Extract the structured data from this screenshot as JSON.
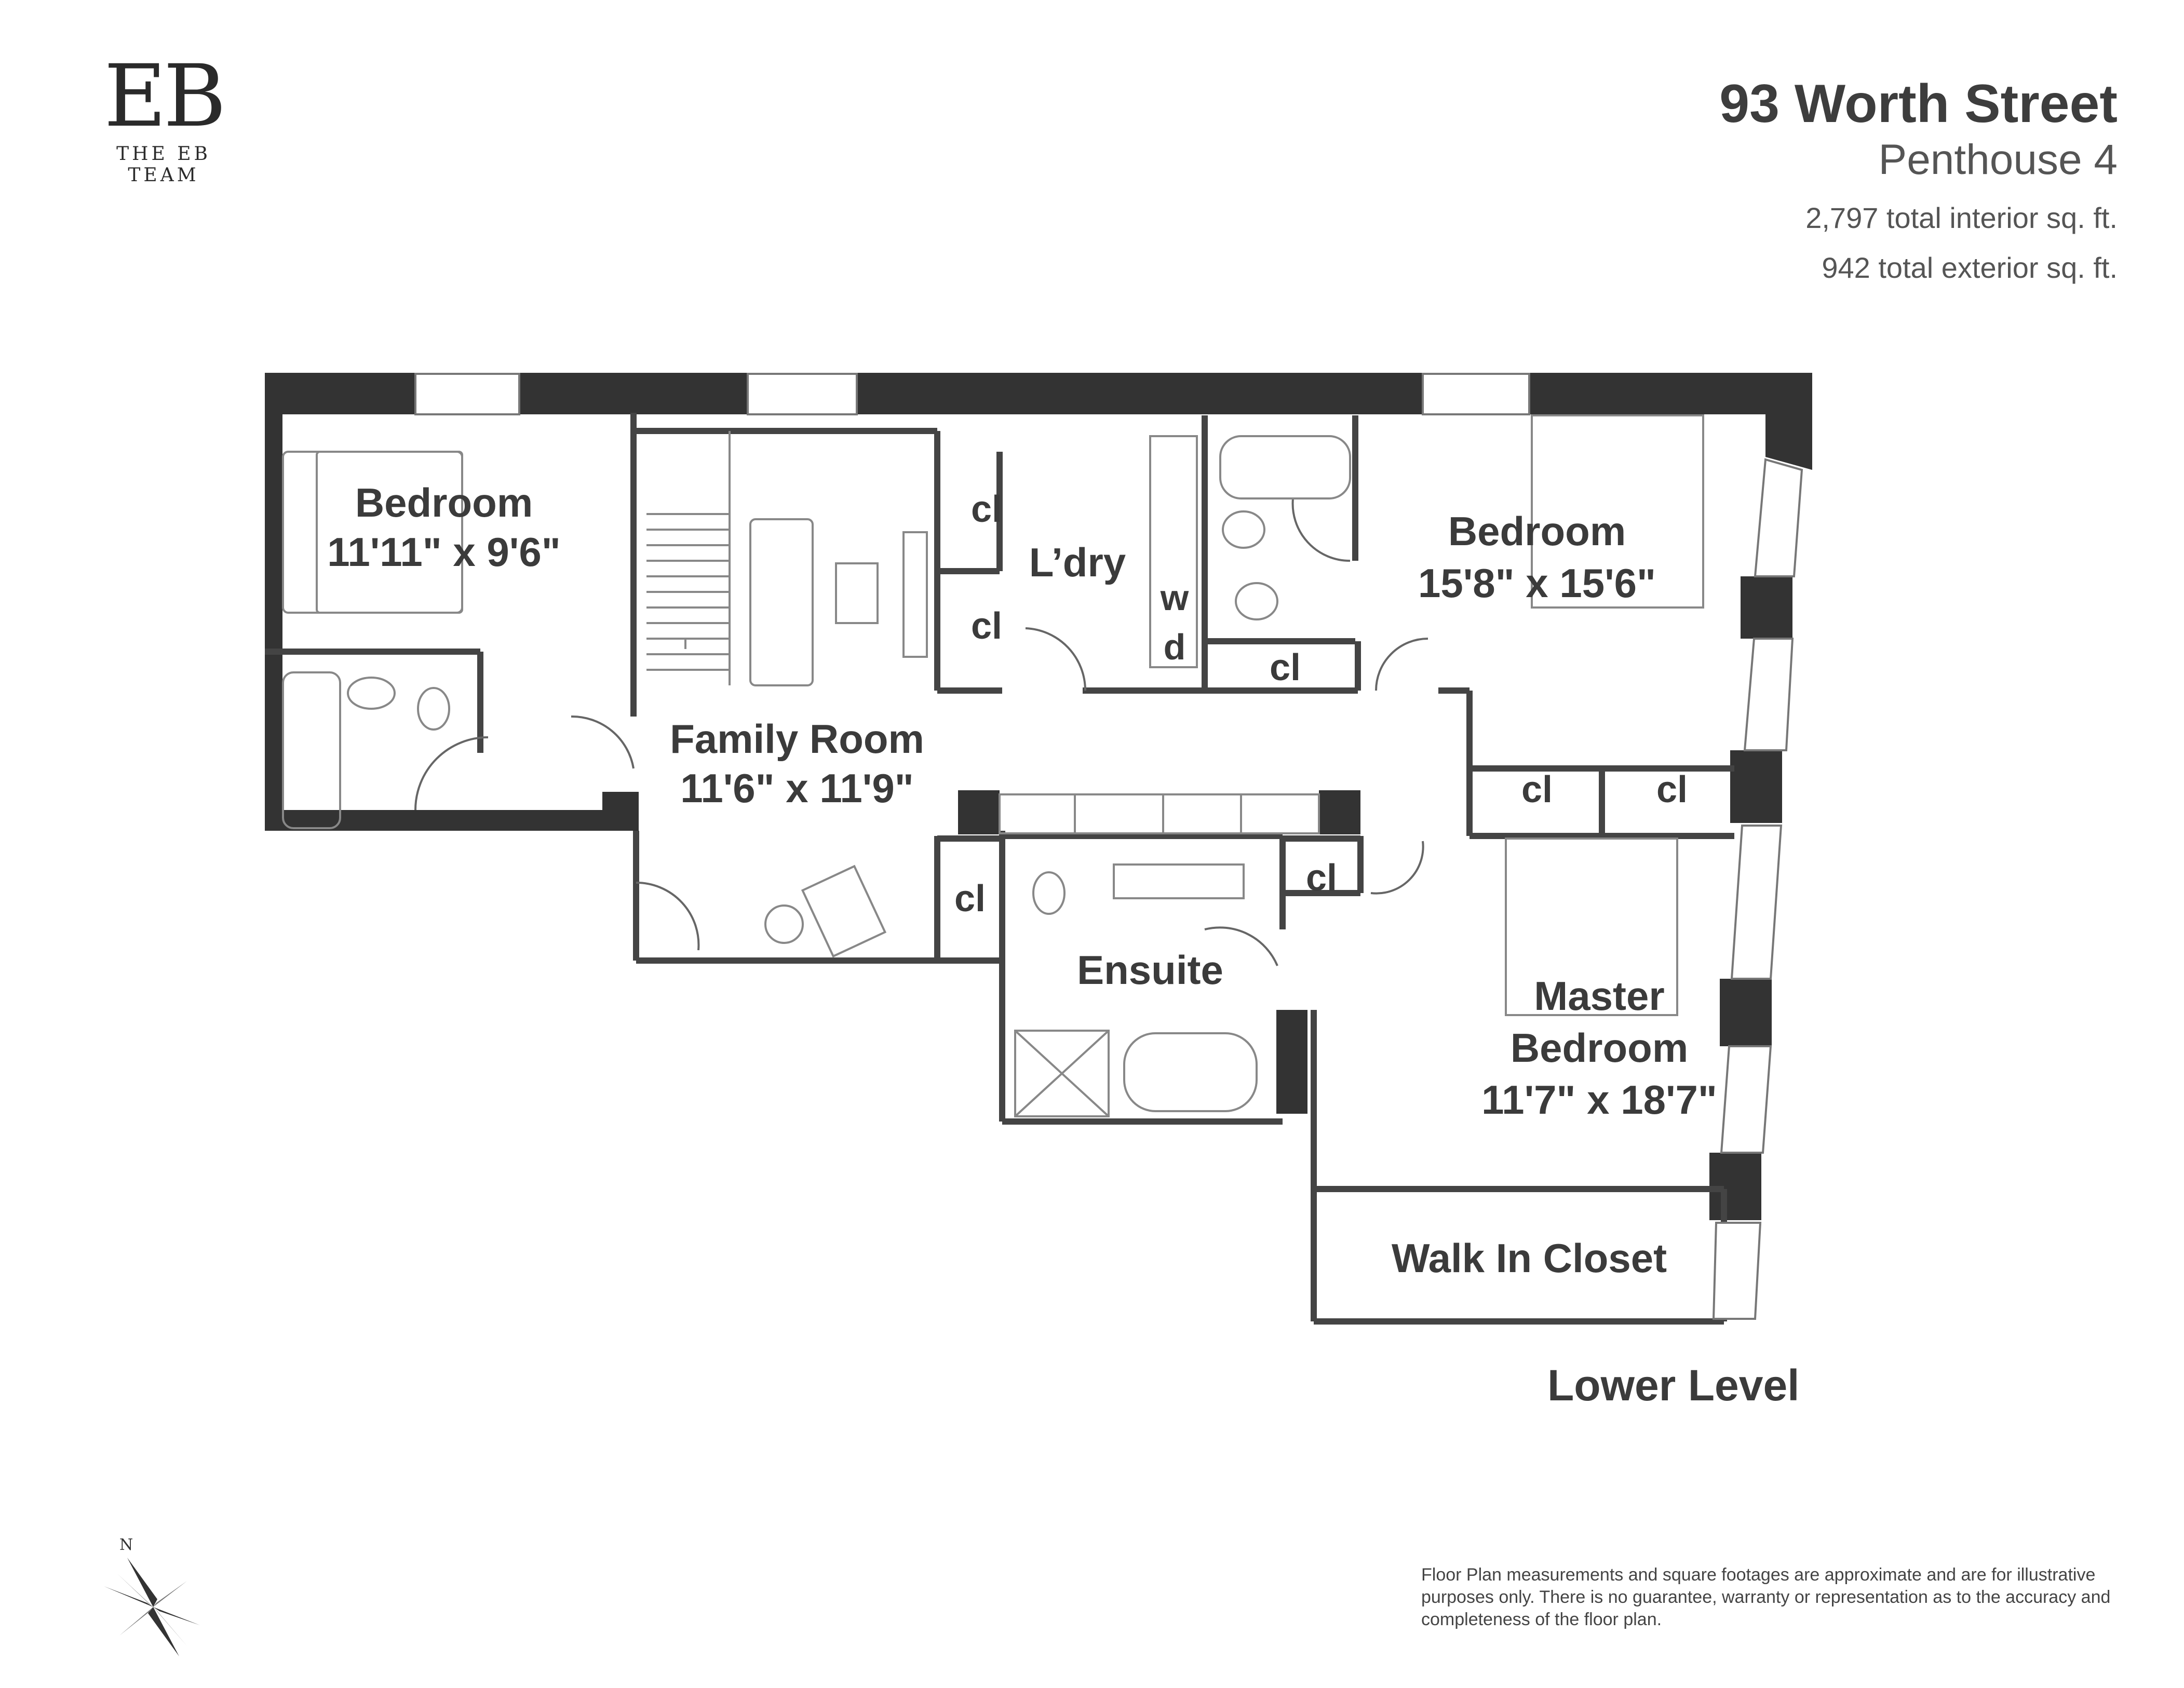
{
  "brand": {
    "mark": "EB",
    "team": "THE EB TEAM"
  },
  "listing": {
    "address": "93 Worth Street",
    "unit": "Penthouse 4",
    "interior_sqft": "2,797 total interior sq. ft.",
    "exterior_sqft": "942 total exterior sq. ft."
  },
  "rooms": {
    "bedroom_west": {
      "name": "Bedroom",
      "dims": "11'11\" x 9'6\""
    },
    "family_room": {
      "name": "Family Room",
      "dims": "11'6\" x 11'9\""
    },
    "laundry": {
      "name": "L’dry",
      "washer": "w",
      "dryer": "d"
    },
    "bedroom_east": {
      "name": "Bedroom",
      "dims": "15'8\" x 15'6\""
    },
    "ensuite": {
      "name": "Ensuite"
    },
    "master": {
      "name_line1": "Master",
      "name_line2": "Bedroom",
      "dims": "11'7\" x 18'7\""
    },
    "walk_in_closet": {
      "name": "Walk In Closet"
    },
    "closet_label": "cl"
  },
  "level": "Lower Level",
  "compass": {
    "north": "N"
  },
  "disclaimer": "Floor Plan measurements and square footages are approximate and are for illustrative purposes only. There is no guarantee, warranty or representation as to the accuracy and completeness of the floor plan.",
  "colors": {
    "wall": "#333333",
    "line": "#555555",
    "text": "#3b3b3b"
  }
}
